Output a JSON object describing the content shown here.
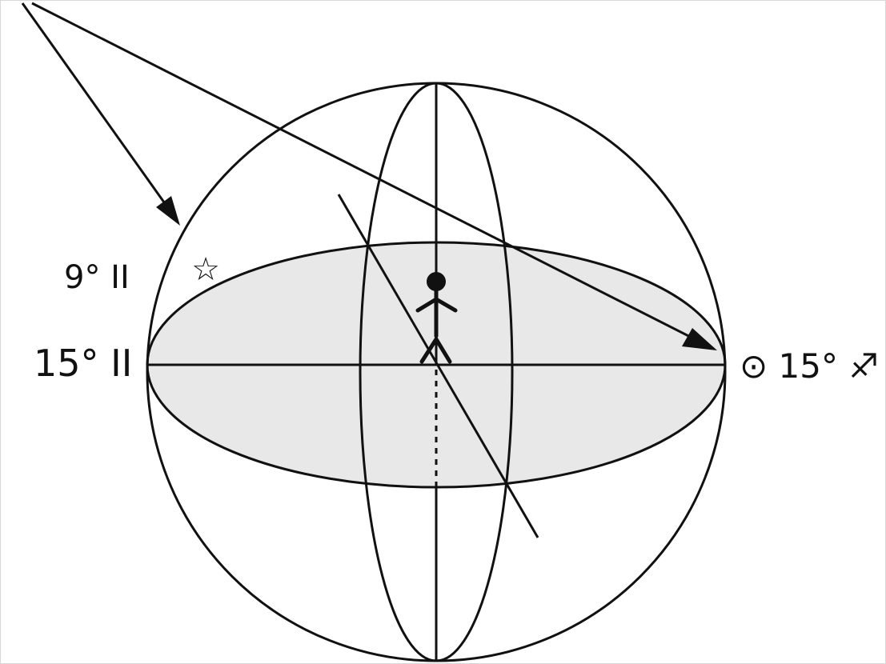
{
  "labels": {
    "star_position": "9° II",
    "west_point": "15° II",
    "sun_position": "⊙ 15° ♐"
  },
  "symbols": {
    "star": "☆"
  },
  "colors": {
    "stroke": "#111111",
    "horizon_fill": "#e8e8e8",
    "background": "#ffffff"
  }
}
